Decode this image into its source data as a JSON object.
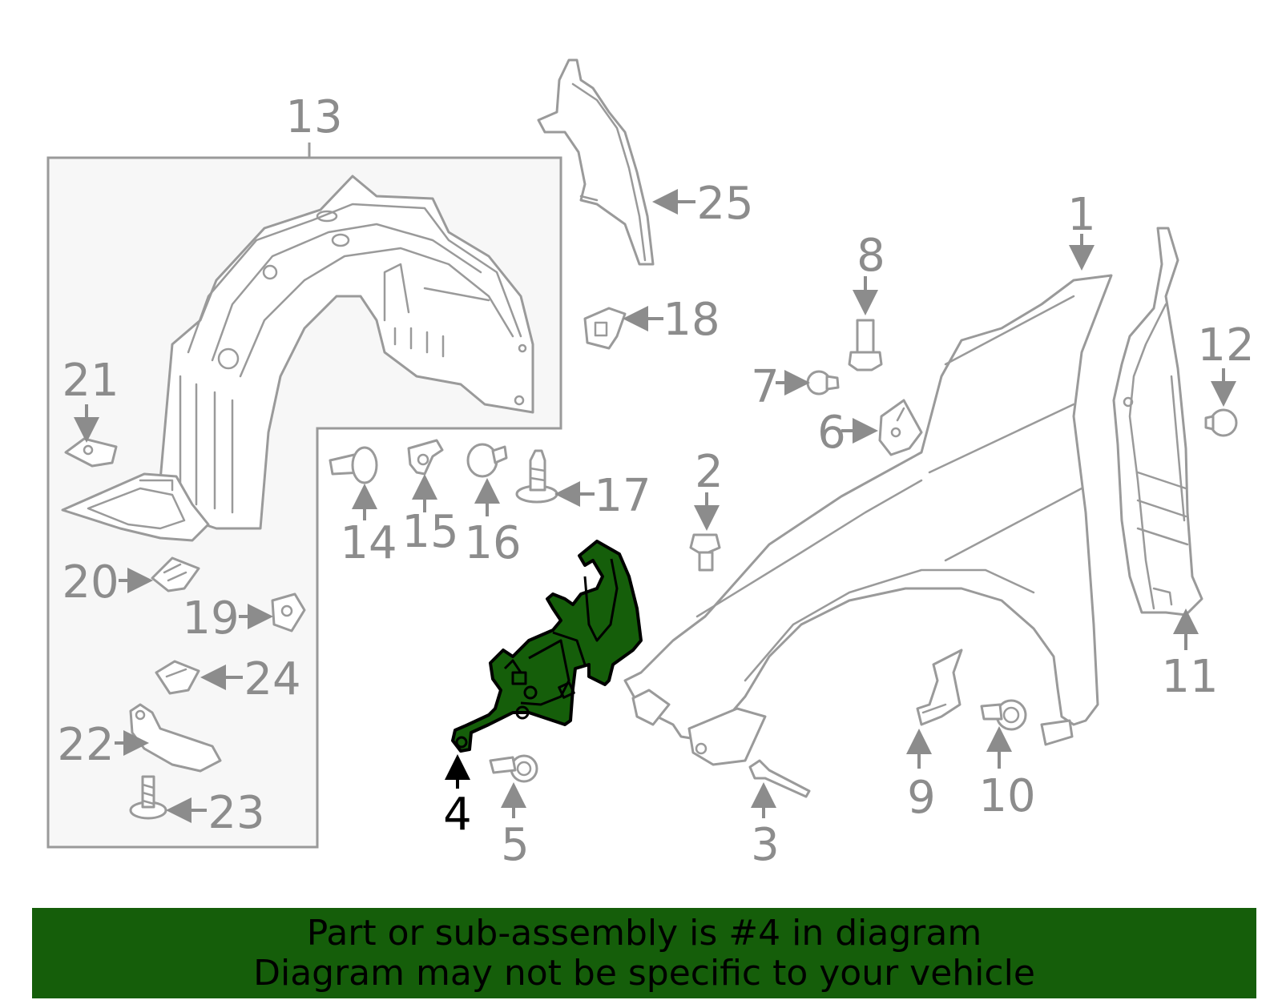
{
  "diagram": {
    "selected_part": "4",
    "highlight_color": "#155e0a",
    "labels": [
      "1",
      "2",
      "3",
      "4",
      "5",
      "6",
      "7",
      "8",
      "9",
      "10",
      "11",
      "12",
      "13",
      "14",
      "15",
      "16",
      "17",
      "18",
      "19",
      "20",
      "21",
      "22",
      "23",
      "24",
      "25"
    ]
  },
  "banner": {
    "line1": "Part or sub-assembly is #4 in diagram",
    "line2": "Diagram may not be specific to your vehicle",
    "background_color": "#155e0a"
  }
}
